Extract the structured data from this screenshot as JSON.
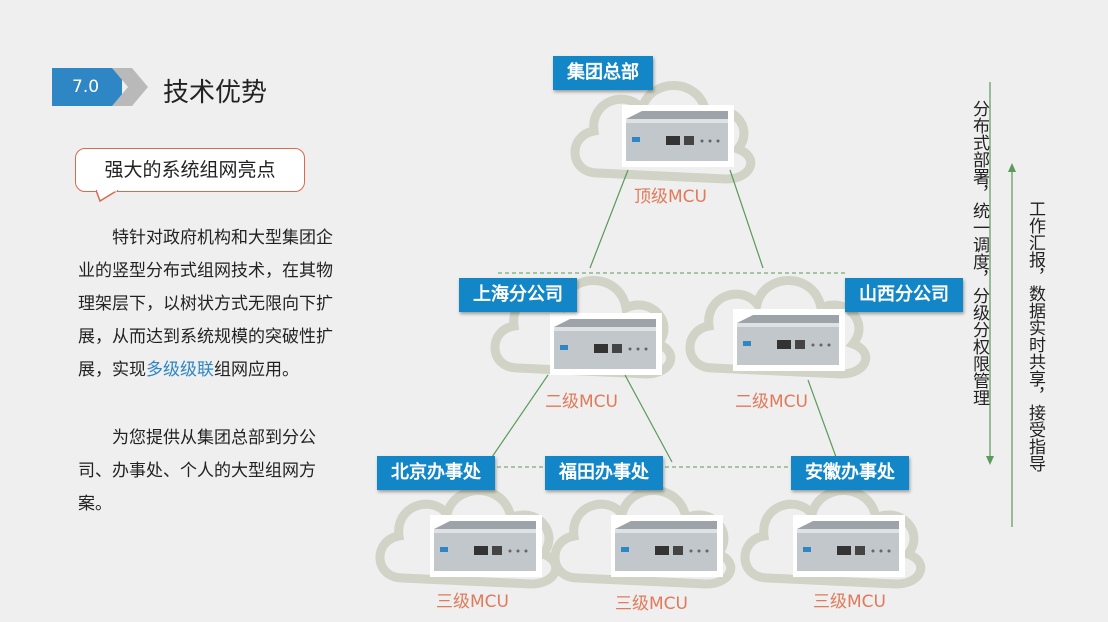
{
  "section": {
    "number": "7.0",
    "title": "技术优势"
  },
  "highlight": {
    "label": "强大的系统组网亮点"
  },
  "body": {
    "p1_prefix": "特针对政府机构和大型集团企业的竖型分布式组网技术，在其物理架层下，以树状方式无限向下扩展，从而达到系统规模的突破性扩展，实现",
    "p1_highlight": "多级级联",
    "p1_suffix": "组网应用。",
    "p2": "为您提供从集团总部到分公司、办事处、个人的大型组网方案。"
  },
  "diagram": {
    "nodes": {
      "hq": {
        "label": "集团总部",
        "mcu": "顶级MCU"
      },
      "shanghai": {
        "label": "上海分公司",
        "mcu": "二级MCU"
      },
      "shanxi": {
        "label": "山西分公司",
        "mcu": "二级MCU"
      },
      "beijing": {
        "label": "北京办事处",
        "mcu": "三级MCU"
      },
      "futian": {
        "label": "福田办事处",
        "mcu": "三级MCU"
      },
      "anhui": {
        "label": "安徽办事处",
        "mcu": "三级MCU"
      }
    },
    "down_text": "分布式部署，统一调度，分级分权限管理",
    "up_text": "工作汇报，数据实时共享，接受指导"
  },
  "colors": {
    "accent": "#2e86c4",
    "label_bg": "#1386c8",
    "mcu_text": "#e07a5a",
    "line": "#5a9a5a"
  }
}
